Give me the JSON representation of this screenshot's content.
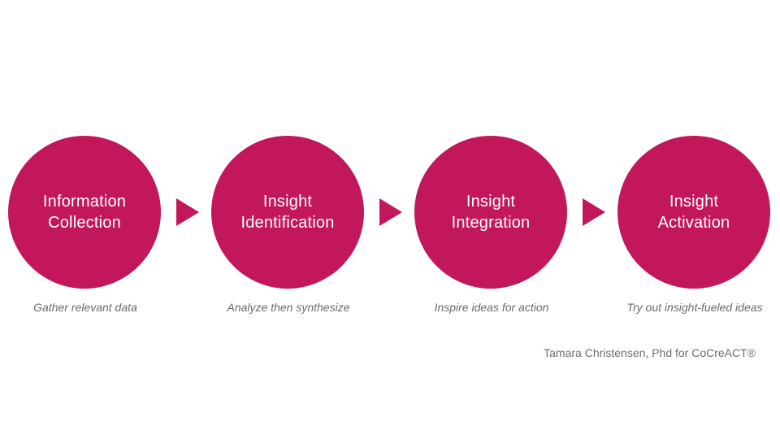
{
  "diagram": {
    "type": "process-flow",
    "circle_color": "#c2185b",
    "title_text_color": "#ffffff",
    "subtitle_text_color": "#6b6b6b",
    "icons": {
      "arrow_right": "▶"
    },
    "stages": [
      {
        "line1": "Information",
        "line2": "Collection",
        "subtitle": "Gather relevant data"
      },
      {
        "line1": "Insight",
        "line2": "Identification",
        "subtitle": "Analyze then synthesize"
      },
      {
        "line1": "Insight",
        "line2": "Integration",
        "subtitle": "Inspire ideas for action"
      },
      {
        "line1": "Insight",
        "line2": "Activation",
        "subtitle": "Try out insight-fueled ideas"
      }
    ],
    "credit": "Tamara Christensen, Phd for CoCreACT®"
  }
}
